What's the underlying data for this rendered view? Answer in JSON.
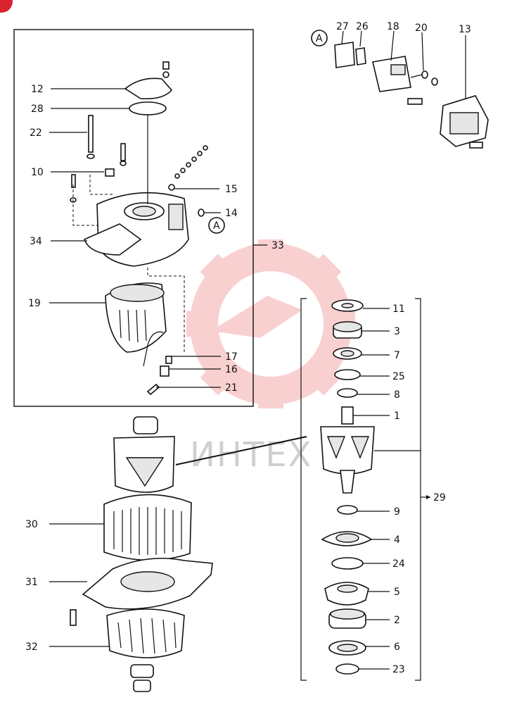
{
  "watermark": {
    "text": "ИНТЕХ",
    "color": "#f07b7b"
  },
  "callouts": [
    {
      "id": "12",
      "text": "12"
    },
    {
      "id": "28",
      "text": "28"
    },
    {
      "id": "22",
      "text": "22"
    },
    {
      "id": "10",
      "text": "10"
    },
    {
      "id": "15",
      "text": "15"
    },
    {
      "id": "14",
      "text": "14"
    },
    {
      "id": "34",
      "text": "34"
    },
    {
      "id": "33",
      "text": "33"
    },
    {
      "id": "19",
      "text": "19"
    },
    {
      "id": "17",
      "text": "17"
    },
    {
      "id": "16",
      "text": "16"
    },
    {
      "id": "21",
      "text": "21"
    },
    {
      "id": "27",
      "text": "27"
    },
    {
      "id": "26",
      "text": "26"
    },
    {
      "id": "18",
      "text": "18"
    },
    {
      "id": "20",
      "text": "20"
    },
    {
      "id": "13",
      "text": "13"
    },
    {
      "id": "11",
      "text": "11"
    },
    {
      "id": "3",
      "text": "3"
    },
    {
      "id": "7",
      "text": "7"
    },
    {
      "id": "25",
      "text": "25"
    },
    {
      "id": "8",
      "text": "8"
    },
    {
      "id": "1",
      "text": "1"
    },
    {
      "id": "9",
      "text": "9"
    },
    {
      "id": "4",
      "text": "4"
    },
    {
      "id": "24",
      "text": "24"
    },
    {
      "id": "5",
      "text": "5"
    },
    {
      "id": "2",
      "text": "2"
    },
    {
      "id": "6",
      "text": "6"
    },
    {
      "id": "23",
      "text": "23"
    },
    {
      "id": "29",
      "text": "29"
    },
    {
      "id": "30",
      "text": "30"
    },
    {
      "id": "31",
      "text": "31"
    },
    {
      "id": "32",
      "text": "32"
    }
  ],
  "refs": {
    "a_main": "A",
    "a_detail": "A"
  }
}
